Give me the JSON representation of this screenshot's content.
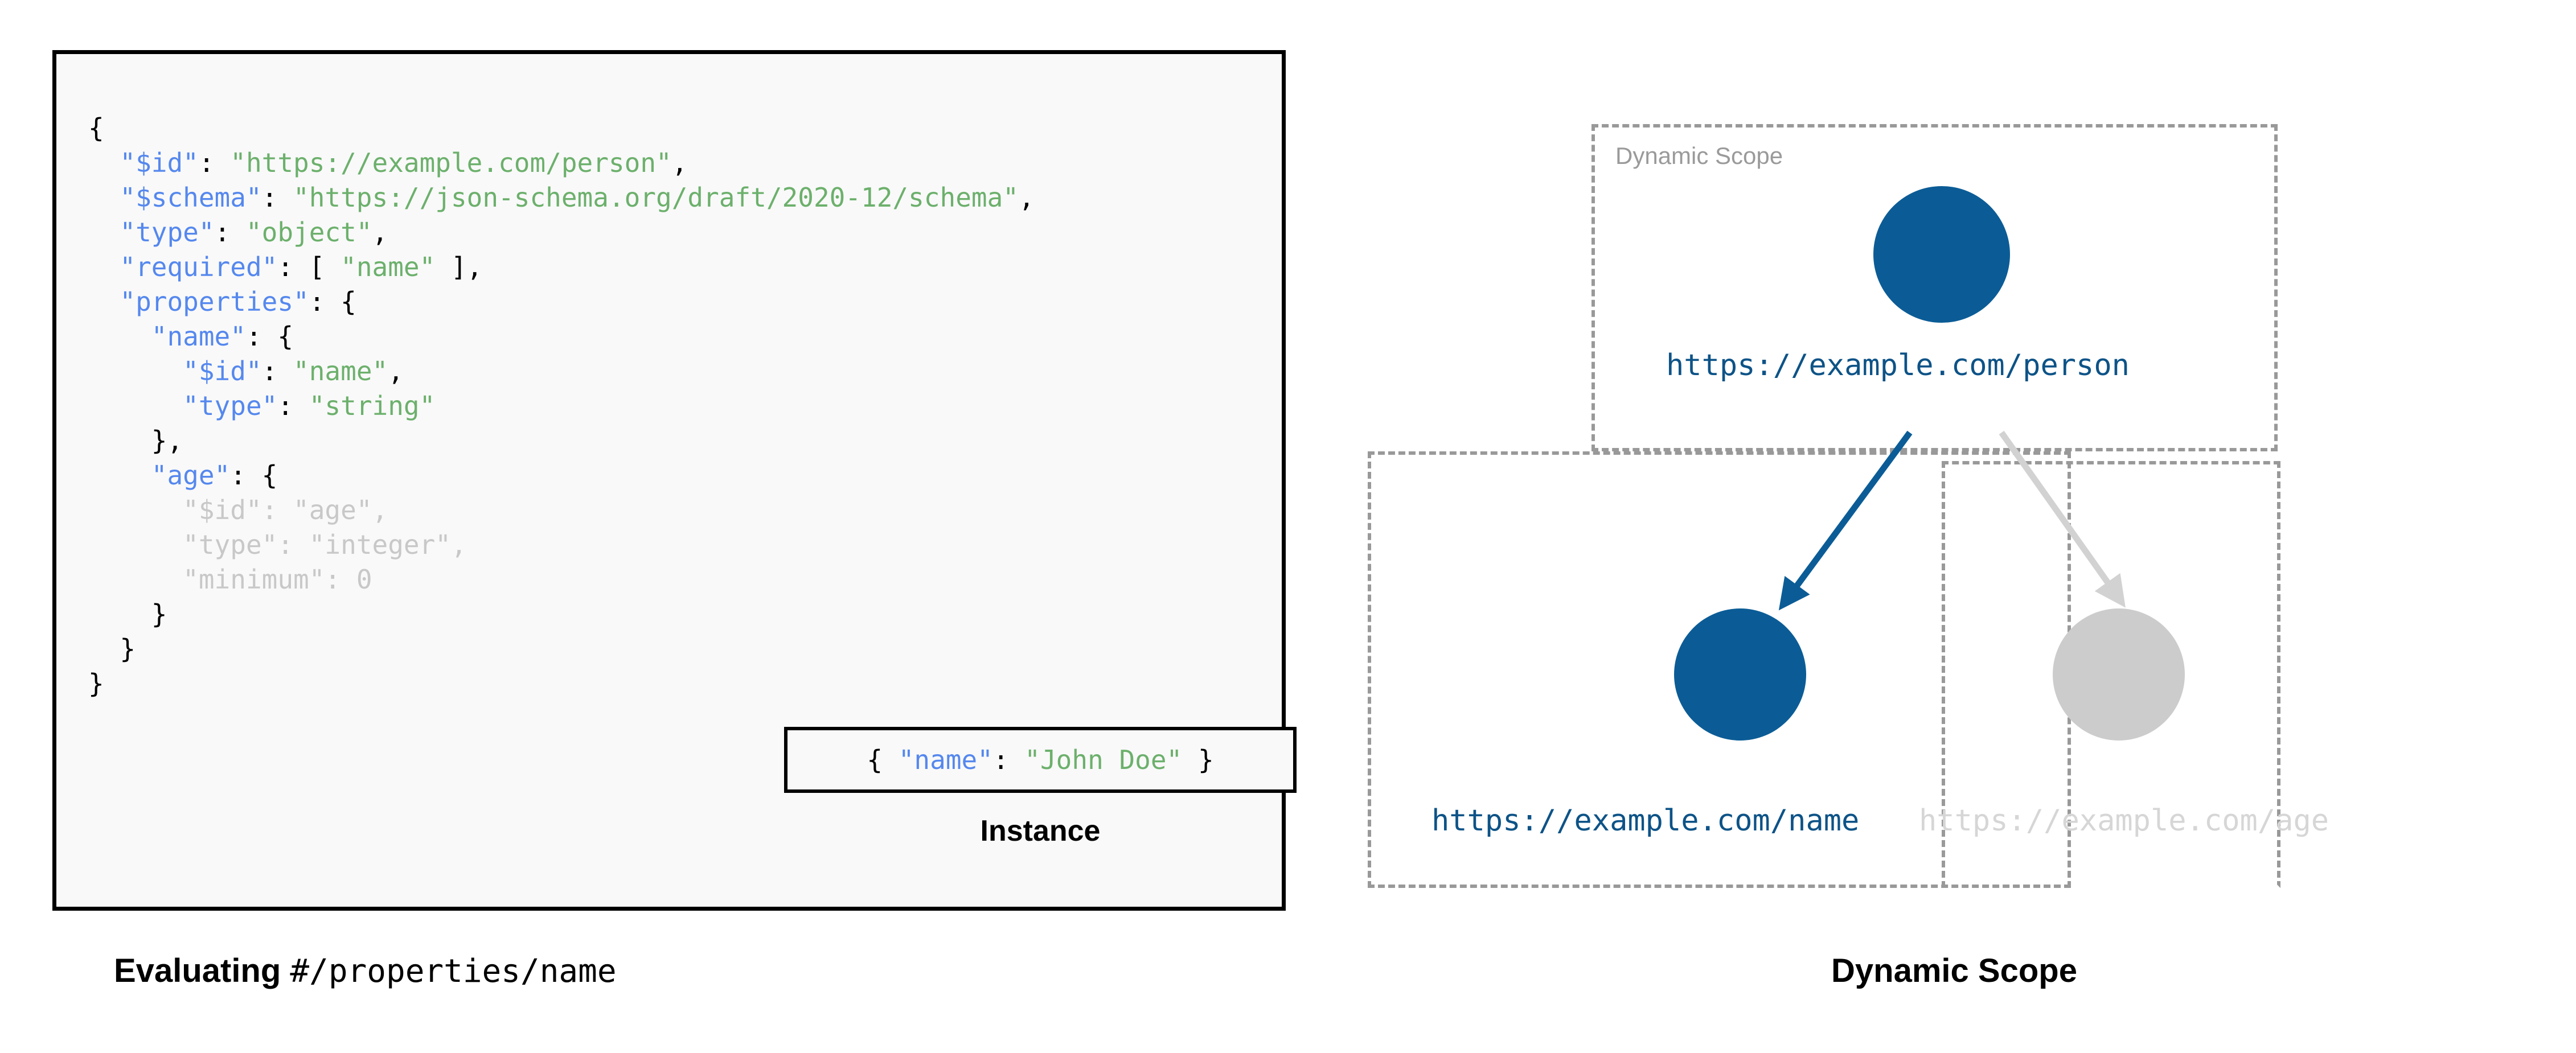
{
  "figure": {
    "left_caption_prefix": "Evaluating ",
    "left_caption_pointer": "#/properties/name",
    "right_caption": "Dynamic Scope"
  },
  "schema_panel": {
    "background": "#f9f9f9",
    "border_color": "#000000",
    "key_color": "#5588ee",
    "string_color": "#6cb06c",
    "dim_color": "#c8c8c8",
    "lines": [
      {
        "indent": 0,
        "dim": false,
        "parts": [
          {
            "t": "{",
            "c": "pun"
          }
        ]
      },
      {
        "indent": 1,
        "dim": false,
        "parts": [
          {
            "t": "\"$id\"",
            "c": "key"
          },
          {
            "t": ": ",
            "c": "pun"
          },
          {
            "t": "\"https://example.com/person\"",
            "c": "str"
          },
          {
            "t": ",",
            "c": "pun"
          }
        ]
      },
      {
        "indent": 1,
        "dim": false,
        "parts": [
          {
            "t": "\"$schema\"",
            "c": "key"
          },
          {
            "t": ": ",
            "c": "pun"
          },
          {
            "t": "\"https://json-schema.org/draft/2020-12/schema\"",
            "c": "str"
          },
          {
            "t": ",",
            "c": "pun"
          }
        ]
      },
      {
        "indent": 1,
        "dim": false,
        "parts": [
          {
            "t": "\"type\"",
            "c": "key"
          },
          {
            "t": ": ",
            "c": "pun"
          },
          {
            "t": "\"object\"",
            "c": "str"
          },
          {
            "t": ",",
            "c": "pun"
          }
        ]
      },
      {
        "indent": 1,
        "dim": false,
        "parts": [
          {
            "t": "\"required\"",
            "c": "key"
          },
          {
            "t": ": [ ",
            "c": "pun"
          },
          {
            "t": "\"name\"",
            "c": "str"
          },
          {
            "t": " ],",
            "c": "pun"
          }
        ]
      },
      {
        "indent": 1,
        "dim": false,
        "parts": [
          {
            "t": "\"properties\"",
            "c": "key"
          },
          {
            "t": ": {",
            "c": "pun"
          }
        ]
      },
      {
        "indent": 2,
        "dim": false,
        "parts": [
          {
            "t": "\"name\"",
            "c": "key"
          },
          {
            "t": ": {",
            "c": "pun"
          }
        ]
      },
      {
        "indent": 3,
        "dim": false,
        "parts": [
          {
            "t": "\"$id\"",
            "c": "key"
          },
          {
            "t": ": ",
            "c": "pun"
          },
          {
            "t": "\"name\"",
            "c": "str"
          },
          {
            "t": ",",
            "c": "pun"
          }
        ]
      },
      {
        "indent": 3,
        "dim": false,
        "parts": [
          {
            "t": "\"type\"",
            "c": "key"
          },
          {
            "t": ": ",
            "c": "pun"
          },
          {
            "t": "\"string\"",
            "c": "str"
          }
        ]
      },
      {
        "indent": 2,
        "dim": false,
        "parts": [
          {
            "t": "},",
            "c": "pun"
          }
        ]
      },
      {
        "indent": 2,
        "dim": false,
        "parts": [
          {
            "t": "\"age\"",
            "c": "key"
          },
          {
            "t": ": {",
            "c": "pun"
          }
        ]
      },
      {
        "indent": 3,
        "dim": true,
        "parts": [
          {
            "t": "\"$id\"",
            "c": "key"
          },
          {
            "t": ": ",
            "c": "pun"
          },
          {
            "t": "\"age\"",
            "c": "str"
          },
          {
            "t": ",",
            "c": "pun"
          }
        ]
      },
      {
        "indent": 3,
        "dim": true,
        "parts": [
          {
            "t": "\"type\"",
            "c": "key"
          },
          {
            "t": ": ",
            "c": "pun"
          },
          {
            "t": "\"integer\"",
            "c": "str"
          },
          {
            "t": ",",
            "c": "pun"
          }
        ]
      },
      {
        "indent": 3,
        "dim": true,
        "parts": [
          {
            "t": "\"minimum\"",
            "c": "key"
          },
          {
            "t": ": ",
            "c": "pun"
          },
          {
            "t": "0",
            "c": "str"
          }
        ]
      },
      {
        "indent": 2,
        "dim": false,
        "parts": [
          {
            "t": "}",
            "c": "pun"
          }
        ]
      },
      {
        "indent": 1,
        "dim": false,
        "parts": [
          {
            "t": "}",
            "c": "pun"
          }
        ]
      },
      {
        "indent": 0,
        "dim": false,
        "parts": [
          {
            "t": "}",
            "c": "pun"
          }
        ]
      }
    ]
  },
  "instance_panel": {
    "caption": "Instance",
    "parts": [
      {
        "t": "{ ",
        "c": "pun"
      },
      {
        "t": "\"name\"",
        "c": "key"
      },
      {
        "t": ": ",
        "c": "pun"
      },
      {
        "t": "\"John Doe\"",
        "c": "str"
      },
      {
        "t": " }",
        "c": "pun"
      }
    ]
  },
  "diagram": {
    "scope_label": "Dynamic Scope",
    "scope_border_color": "#999999",
    "active_color": "#0b5c96",
    "inactive_color": "#cccccc",
    "nodes": [
      {
        "id": "person",
        "label": "https://example.com/person",
        "state": "active",
        "color": "#0b5c96",
        "label_color": "#0d5387"
      },
      {
        "id": "name",
        "label": "https://example.com/name",
        "state": "active",
        "color": "#0b5c96",
        "label_color": "#0d5387"
      },
      {
        "id": "age",
        "label": "https://example.com/age",
        "state": "inactive",
        "color": "#cccccc",
        "label_color": "#d6d6d6"
      }
    ],
    "edges": [
      {
        "from": "person",
        "to": "name",
        "state": "active",
        "color": "#0b5c96"
      },
      {
        "from": "person",
        "to": "age",
        "state": "inactive",
        "color": "#d2d2d2"
      }
    ]
  }
}
